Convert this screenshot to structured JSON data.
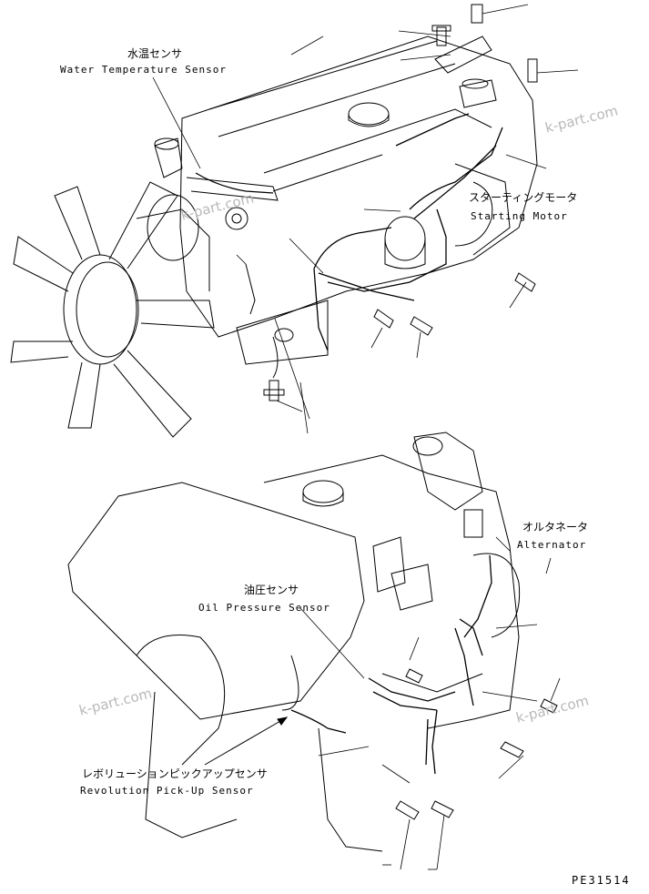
{
  "labels": {
    "water_temp": {
      "jp": "水温センサ",
      "en": "Water Temperature Sensor"
    },
    "starting_motor": {
      "jp": "スターティングモータ",
      "en": "Starting Motor"
    },
    "alternator": {
      "jp": "オルタネータ",
      "en": "Alternator"
    },
    "oil_pressure": {
      "jp": "油圧センサ",
      "en": "Oil Pressure Sensor"
    },
    "revolution": {
      "jp": "レボリューションピックアップセンサ",
      "en": "Revolution Pick-Up Sensor"
    }
  },
  "watermarks": [
    "k-part.com",
    "k-part.com",
    "k-part.com",
    "k-part.com"
  ],
  "drawing_code": "PE31514"
}
